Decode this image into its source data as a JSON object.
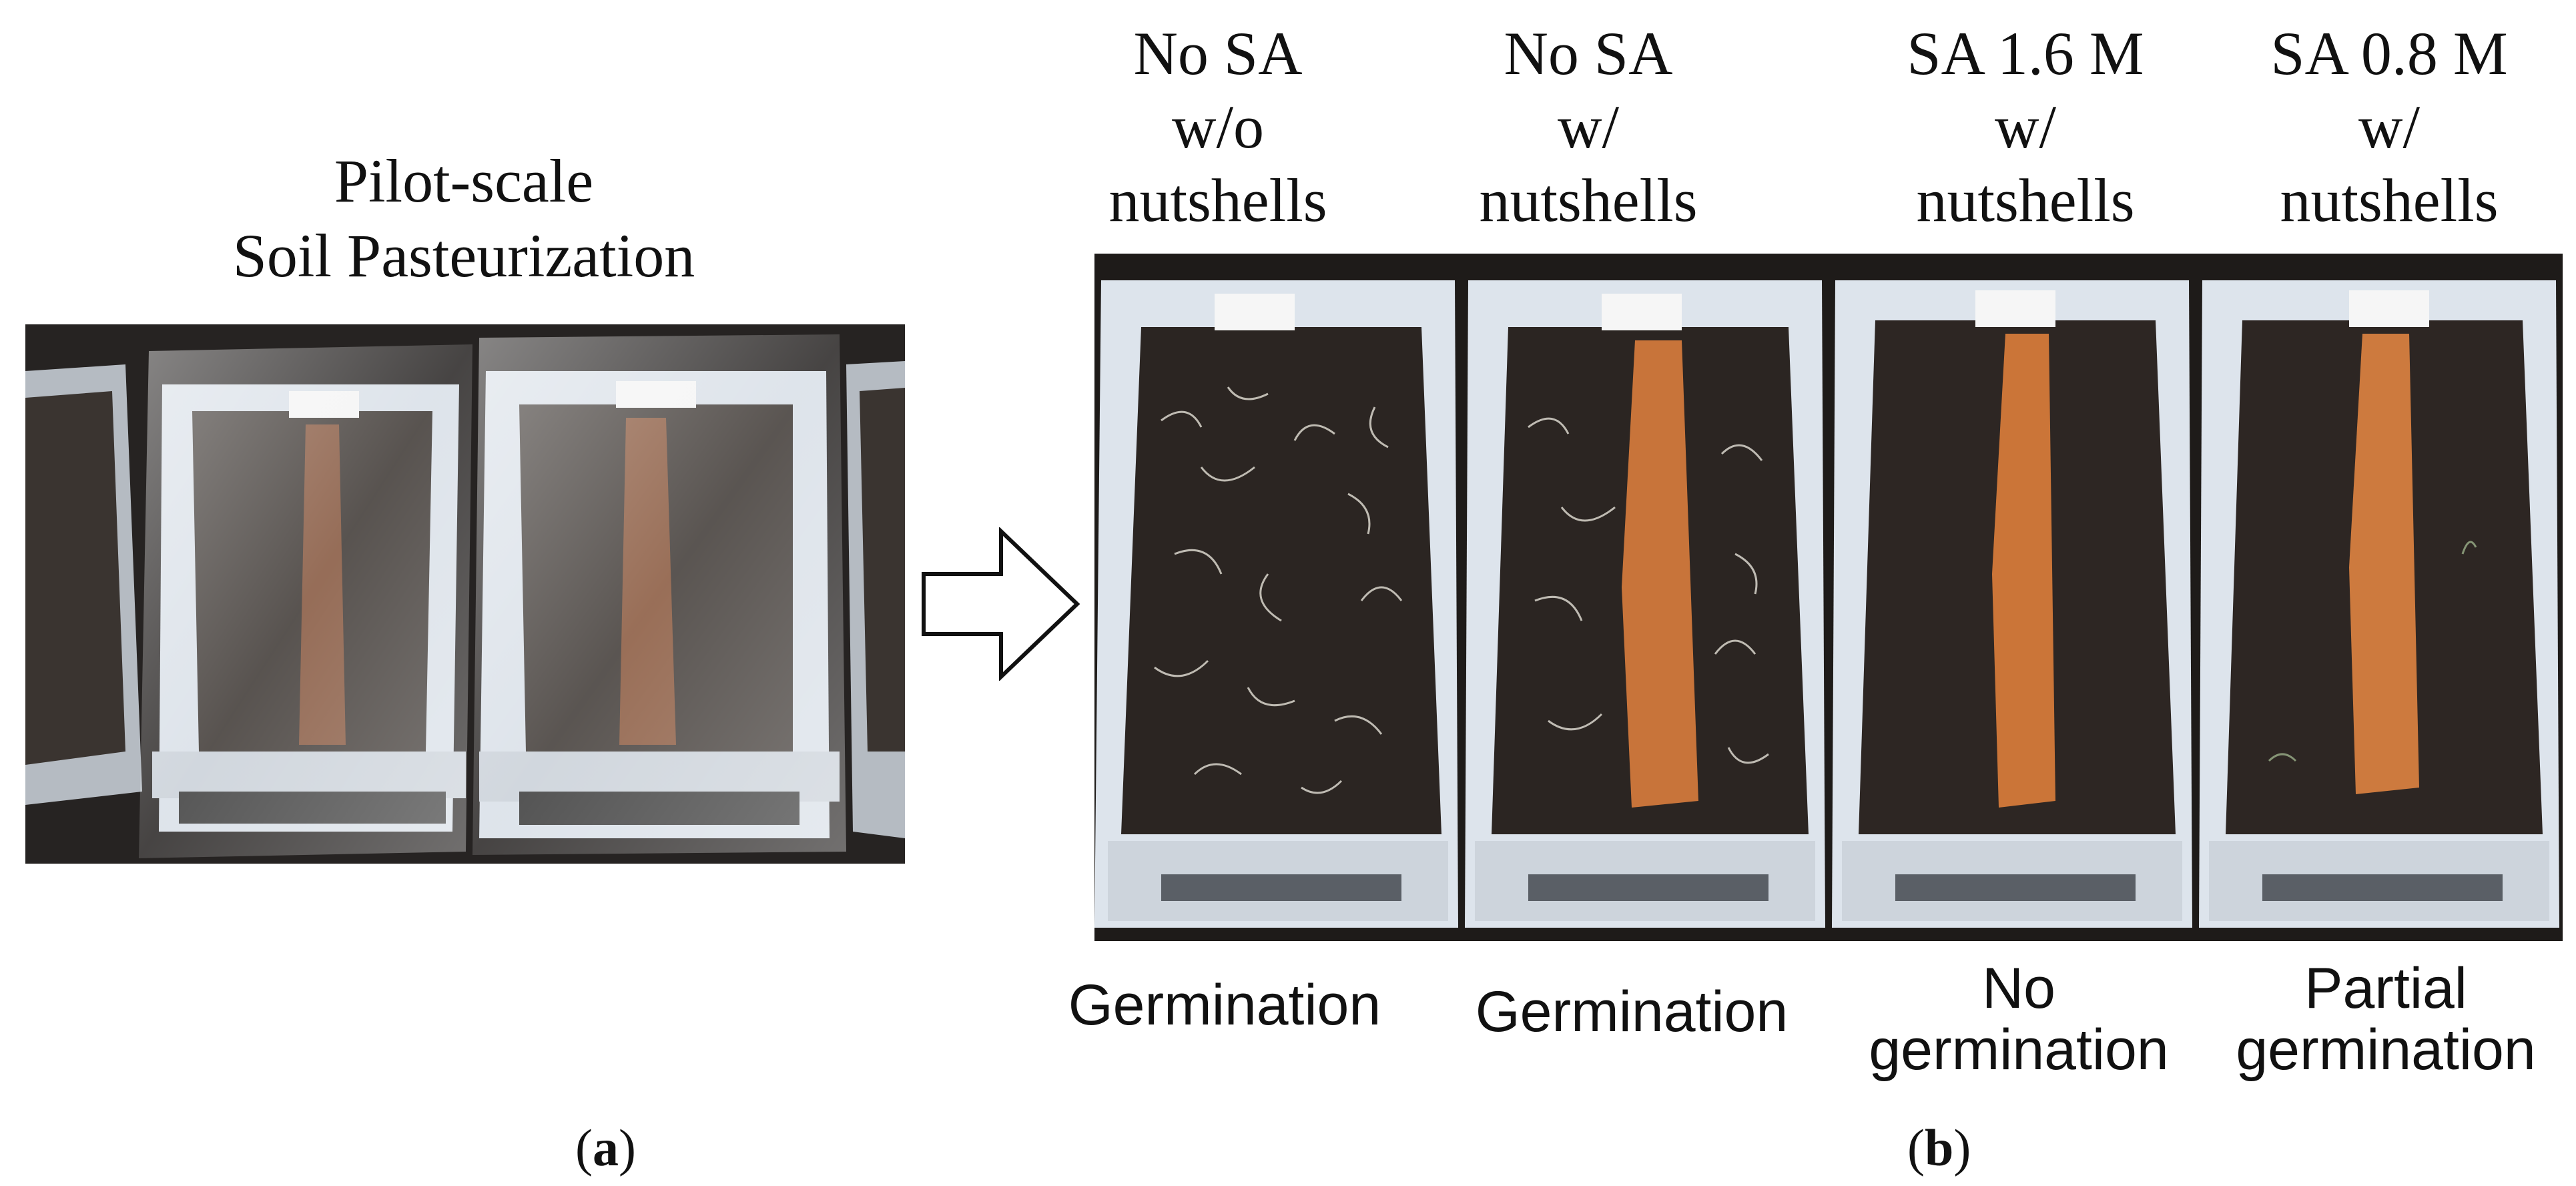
{
  "panel_a": {
    "title_line1": "Pilot-scale",
    "title_line2": "Soil Pasteurization",
    "label_open": "(",
    "label_letter": "a",
    "label_close": ")"
  },
  "panel_b": {
    "columns": [
      {
        "head": [
          "No SA",
          "w/o",
          "nutshells"
        ],
        "foot": [
          "Germination"
        ]
      },
      {
        "head": [
          "No SA",
          "w/",
          "nutshells"
        ],
        "foot": [
          "Germination"
        ]
      },
      {
        "head": [
          "SA 1.6 M",
          "w/",
          "nutshells"
        ],
        "foot": [
          "No",
          "germination"
        ]
      },
      {
        "head": [
          "SA 0.8 M",
          "w/",
          "nutshells"
        ],
        "foot": [
          "Partial",
          "germination"
        ]
      }
    ],
    "label_open": "(",
    "label_letter": "b",
    "label_close": ")"
  },
  "colors": {
    "soil": "#2b2522",
    "nutshell": "#c8743a",
    "tray": "#dfe6ee",
    "sprout": "#d9d6cc"
  }
}
